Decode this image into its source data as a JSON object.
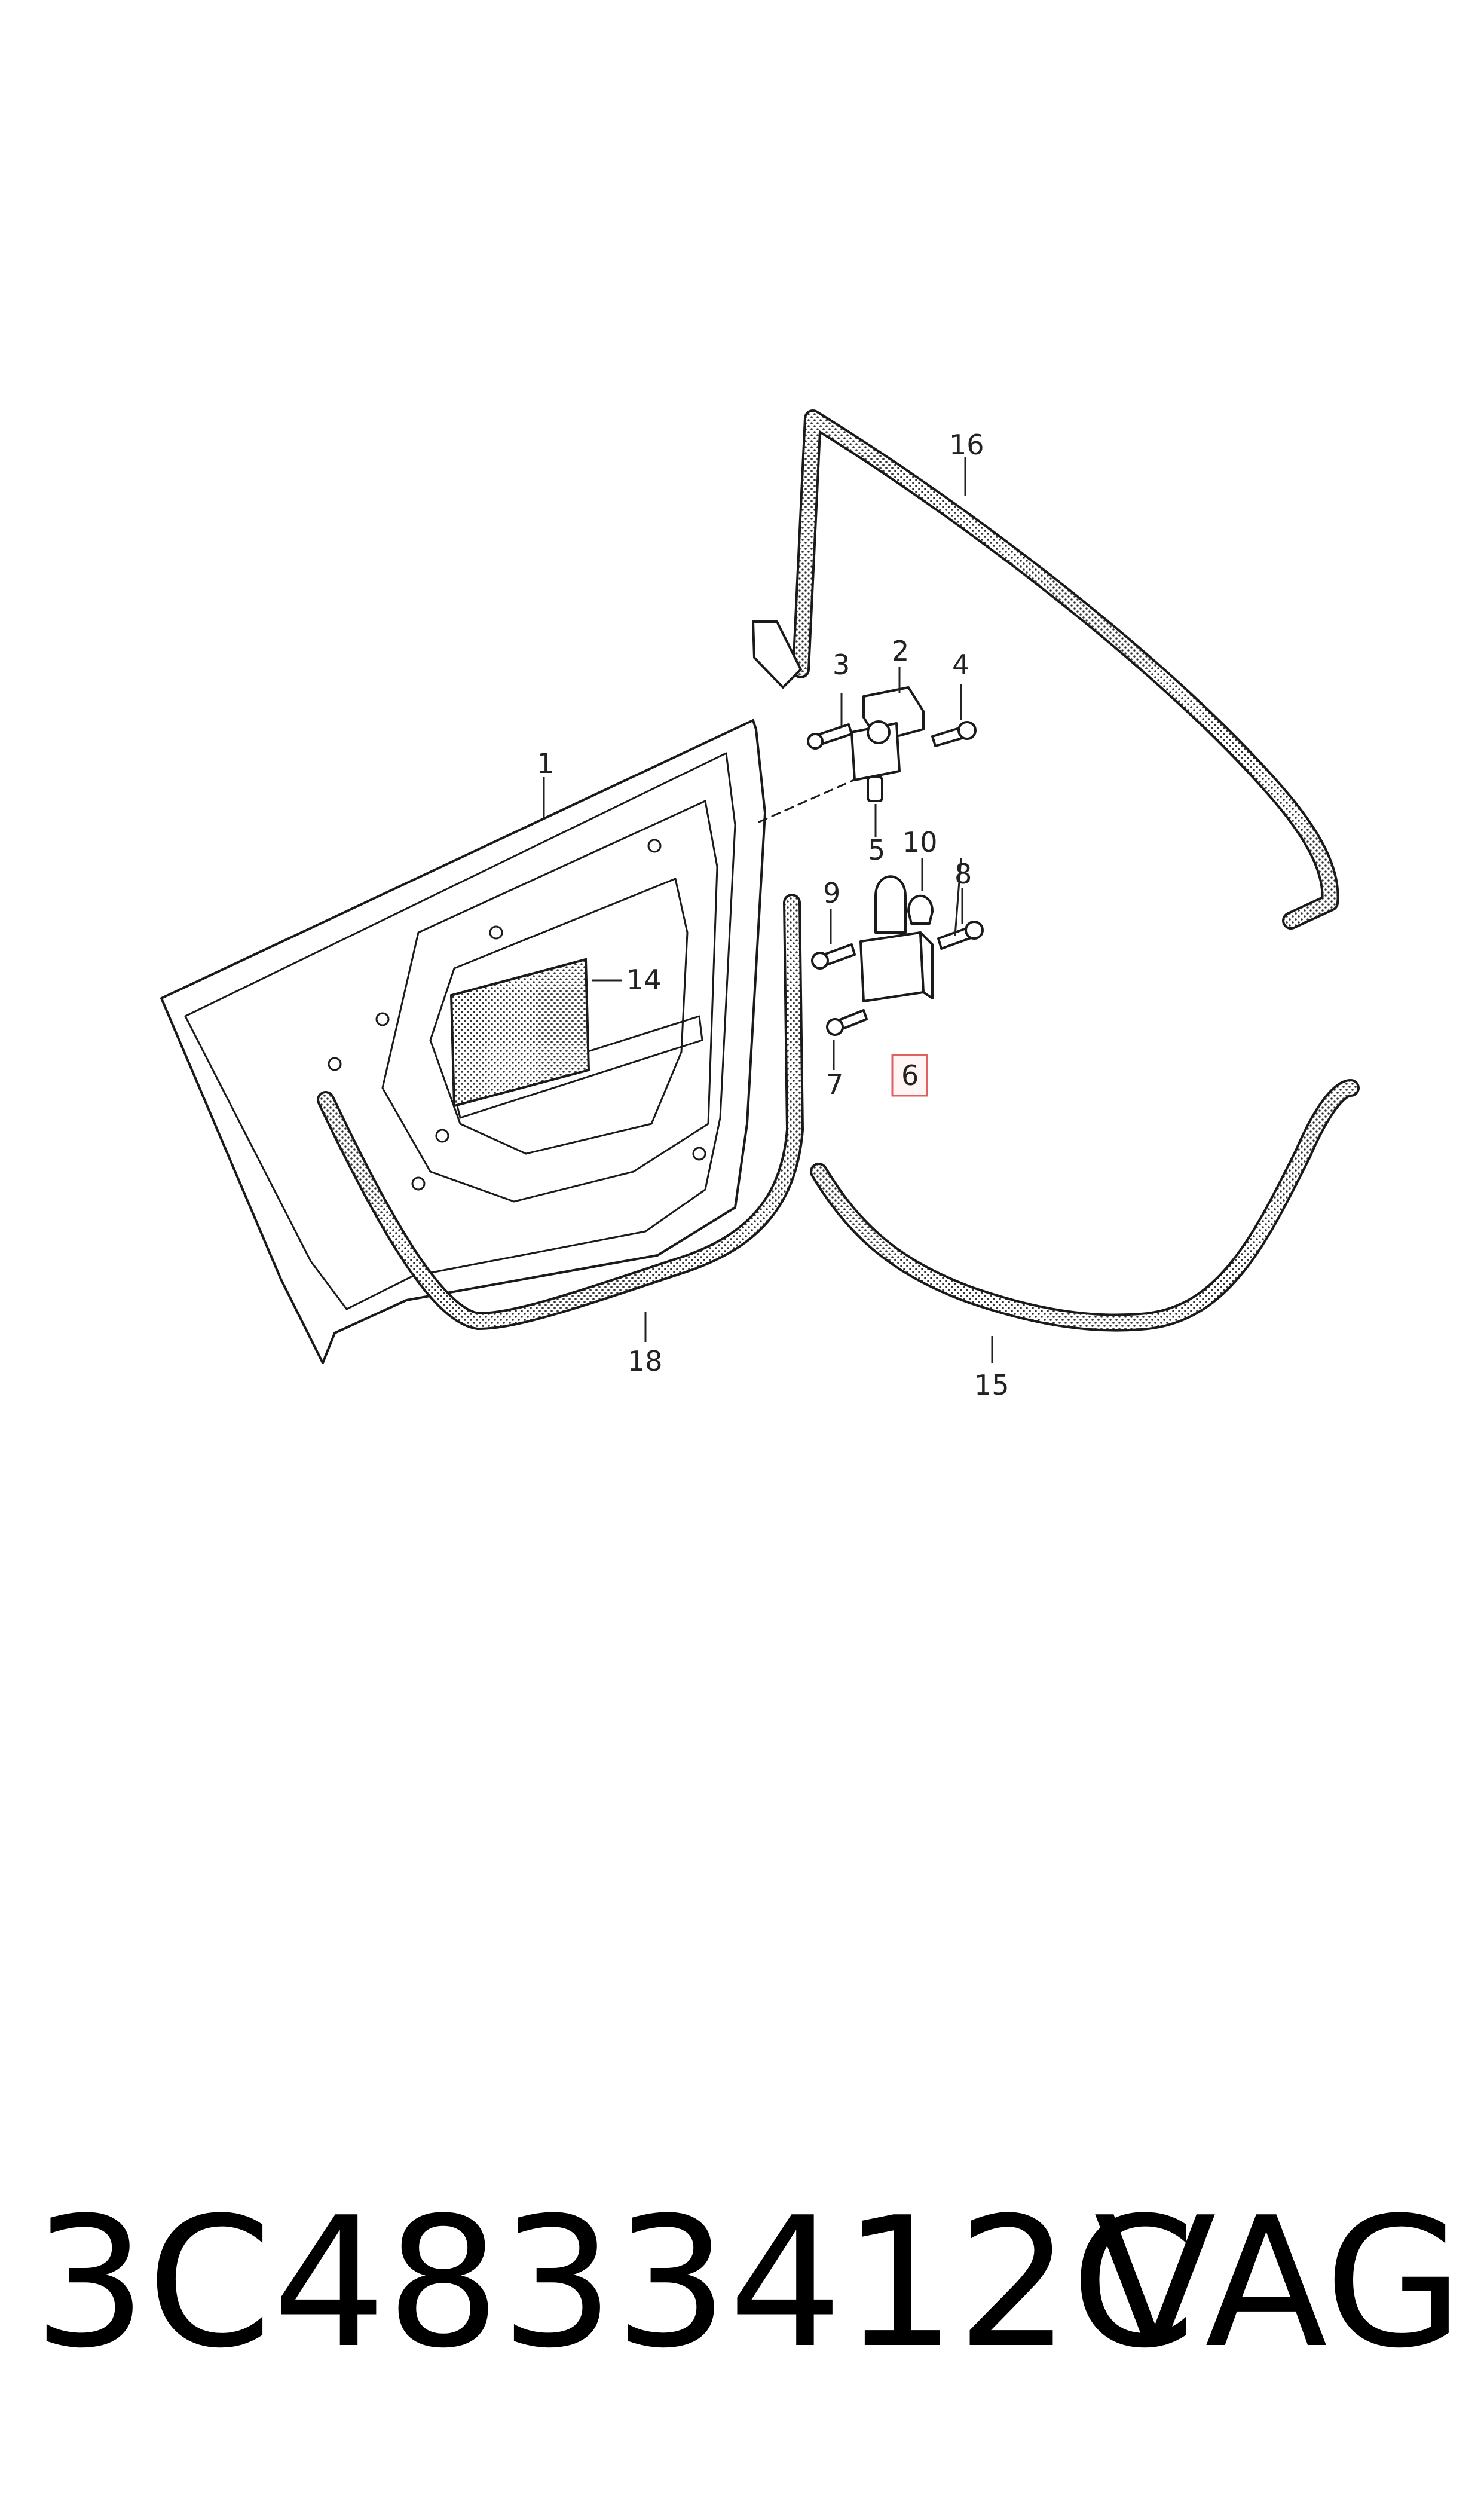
{
  "callouts": {
    "c1": "1",
    "c2": "2",
    "c3": "3",
    "c4": "4",
    "c5": "5",
    "c6": "6",
    "c7": "7",
    "c8": "8",
    "c9": "9",
    "c10": "10",
    "c14": "14",
    "c15": "15",
    "c16": "16",
    "c18": "18"
  },
  "highlight_color": "#e06060",
  "footer": {
    "part_number": "3C4833412C",
    "brand": "VAG"
  }
}
